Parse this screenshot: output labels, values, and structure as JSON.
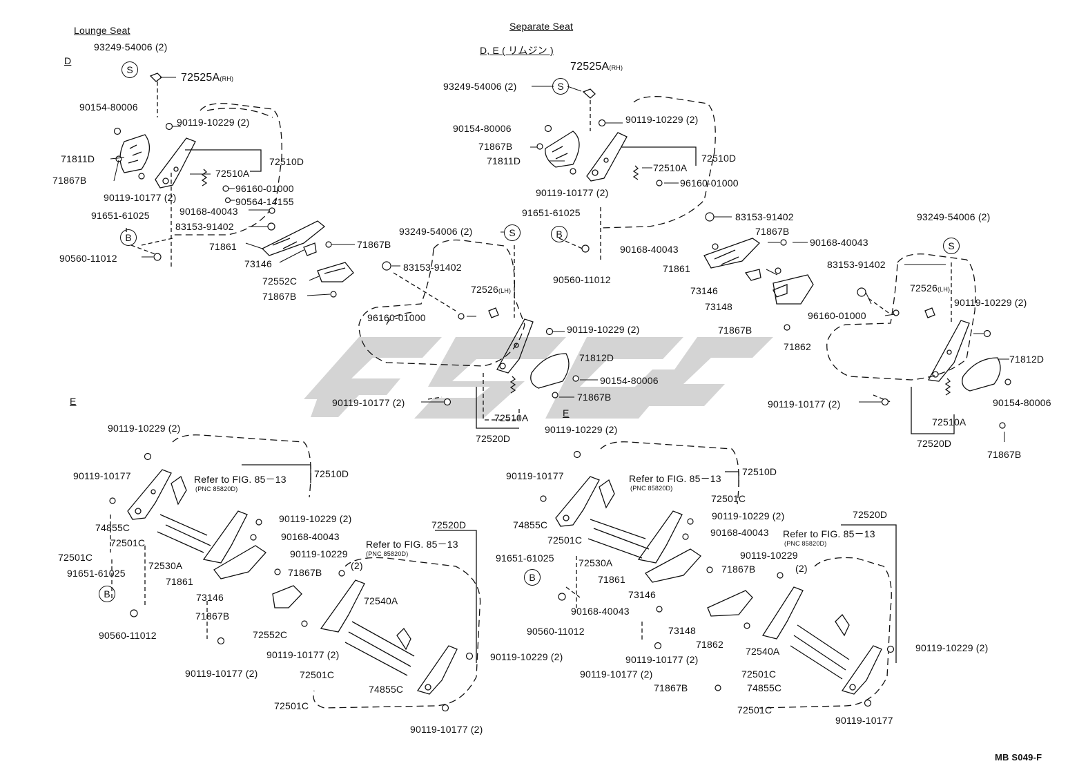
{
  "headings": {
    "lounge": "Lounge Seat",
    "separate": "Separate Seat",
    "d": "D",
    "de": "D, E ( リムジン )",
    "e_left": "E",
    "e_mid": "E",
    "e_right": "E"
  },
  "callouts": {
    "s": "S",
    "b": "B"
  },
  "diagram_code": "MB S049-F",
  "watermark_colour": "#c8c8c8",
  "parts": {
    "p93249_54006_2": "93249-54006 (2)",
    "p72525a": "72525A",
    "rh": "(RH)",
    "lh": "(LH)",
    "p90154_80006": "90154-80006",
    "p90119_10229_2": "90119-10229 (2)",
    "p90119_10229": "90119-10229",
    "p2": "(2)",
    "p71811d": "71811D",
    "p71867b": "71867B",
    "p72510a": "72510A",
    "p72510d": "72510D",
    "p96160_01000": "96160-01000",
    "p90119_10177_2": "90119-10177 (2)",
    "p90119_10177": "90119-10177",
    "p90564_14155": "90564-14155",
    "p90168_40043": "90168-40043",
    "p91651_61025": "91651-61025",
    "p83153_91402": "83153-91402",
    "p71861": "71861",
    "p73146": "73146",
    "p72552c": "72552C",
    "p90560_11012": "90560-11012",
    "p72526": "72526",
    "p71812d": "71812D",
    "p72520d": "72520D",
    "p73148": "73148",
    "p71862": "71862",
    "p74855c": "74855C",
    "p72501c": "72501C",
    "p72530a": "72530A",
    "p72540a": "72540A",
    "refer": "Refer to FIG. 85－13",
    "pnc": "(PNC 85820D)"
  }
}
